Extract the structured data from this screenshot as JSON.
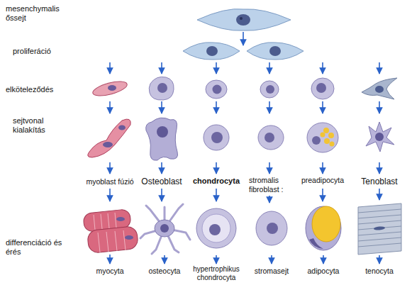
{
  "diagram": {
    "labels": [
      "mesenchymalis őssejt",
      "proliferáció",
      "elköteleződés",
      "sejtvonal kialakítás",
      "myoblast fúzió",
      "Osteoblast",
      "chondrocyta",
      "stromalis fibroblast :",
      "preadipocyta",
      "Tenoblast",
      "differenciáció és érés",
      "myocyta",
      "osteocyta",
      "hypertrophikus chondrocyta",
      "stromasejt",
      "adipocyta",
      "tenocyta"
    ]
  }
}
